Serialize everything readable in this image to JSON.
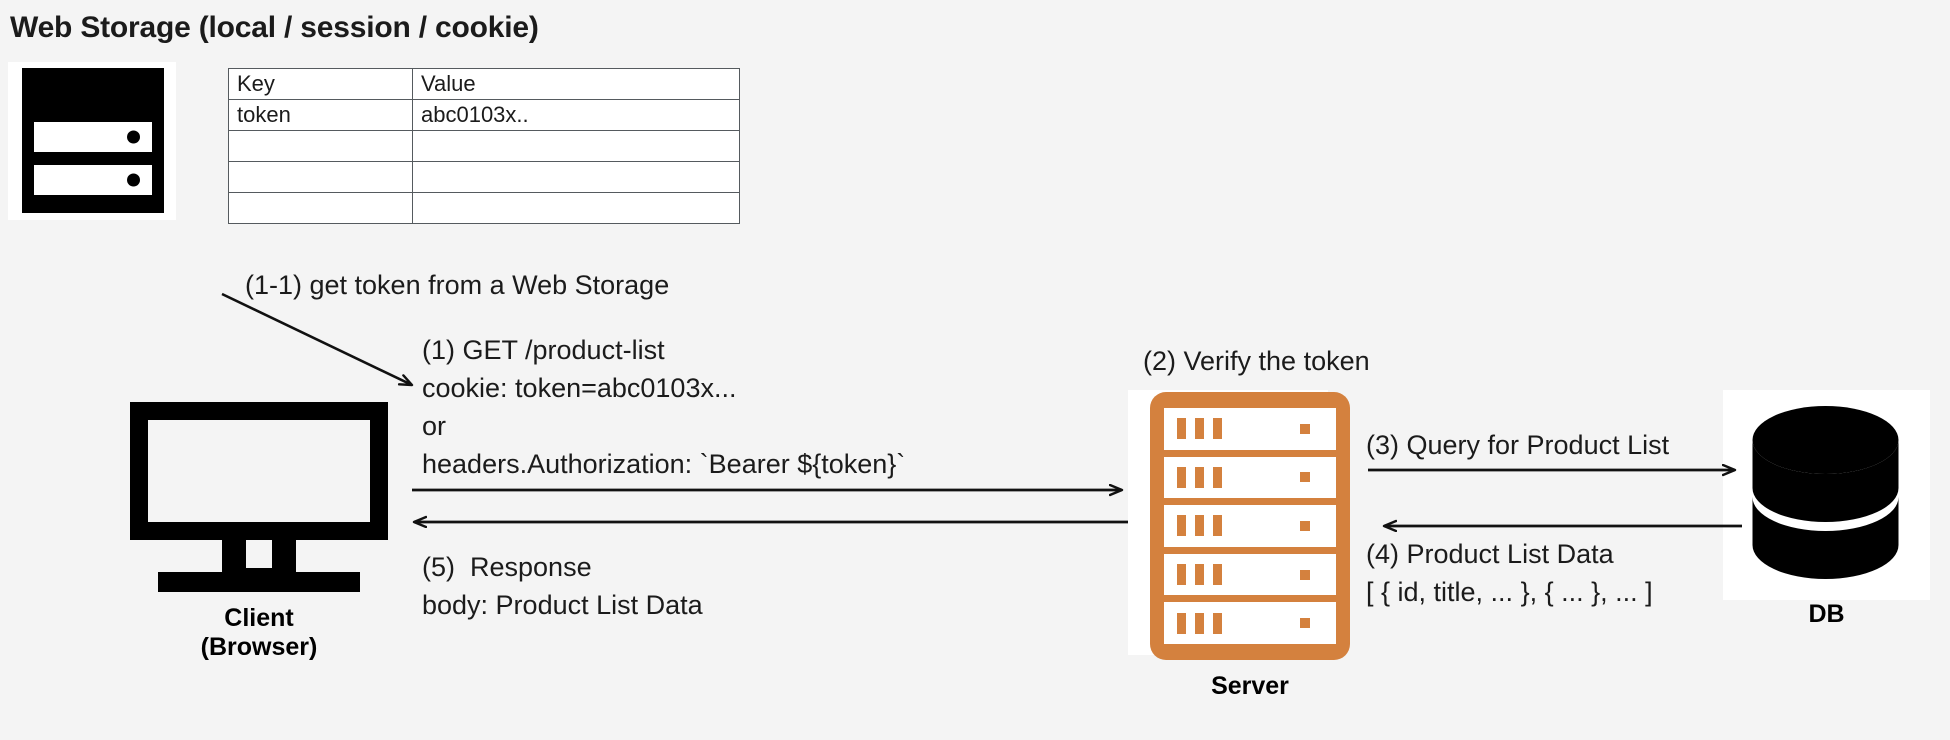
{
  "diagram": {
    "title": "Web Storage (local / session / cookie)",
    "background_color": "#f4f4f4",
    "accent_color": "#d4813e",
    "ink_color": "#1b1b1b"
  },
  "storage_table": {
    "headers": [
      "Key",
      "Value"
    ],
    "rows": [
      [
        "token",
        "abc0103x.."
      ],
      [
        "",
        ""
      ],
      [
        "",
        ""
      ],
      [
        "",
        ""
      ]
    ]
  },
  "nodes": {
    "web_storage": {
      "icon": "server-storage-icon"
    },
    "client": {
      "label_line1": "Client",
      "label_line2": "(Browser)",
      "icon": "desktop-monitor-icon"
    },
    "server": {
      "label": "Server",
      "icon": "server-rack-icon",
      "rack_units": 5
    },
    "database": {
      "label": "DB",
      "icon": "database-cylinder-icon"
    }
  },
  "annotations": {
    "step_1_1": "(1-1) get token from a Web Storage",
    "step_1_line1": "(1) GET /product-list",
    "step_1_line2": "cookie: token=abc0103x...",
    "step_1_line3": "or",
    "step_1_line4": "headers.Authorization: `Bearer ${token}`",
    "step_2": "(2) Verify the token",
    "step_3": "(3) Query for Product List",
    "step_4_line1": "(4) Product List Data",
    "step_4_line2": "[ { id, title, ... }, { ... }, ... ]",
    "step_5_line1": "(5)  Response",
    "step_5_line2": "body: Product List Data"
  }
}
